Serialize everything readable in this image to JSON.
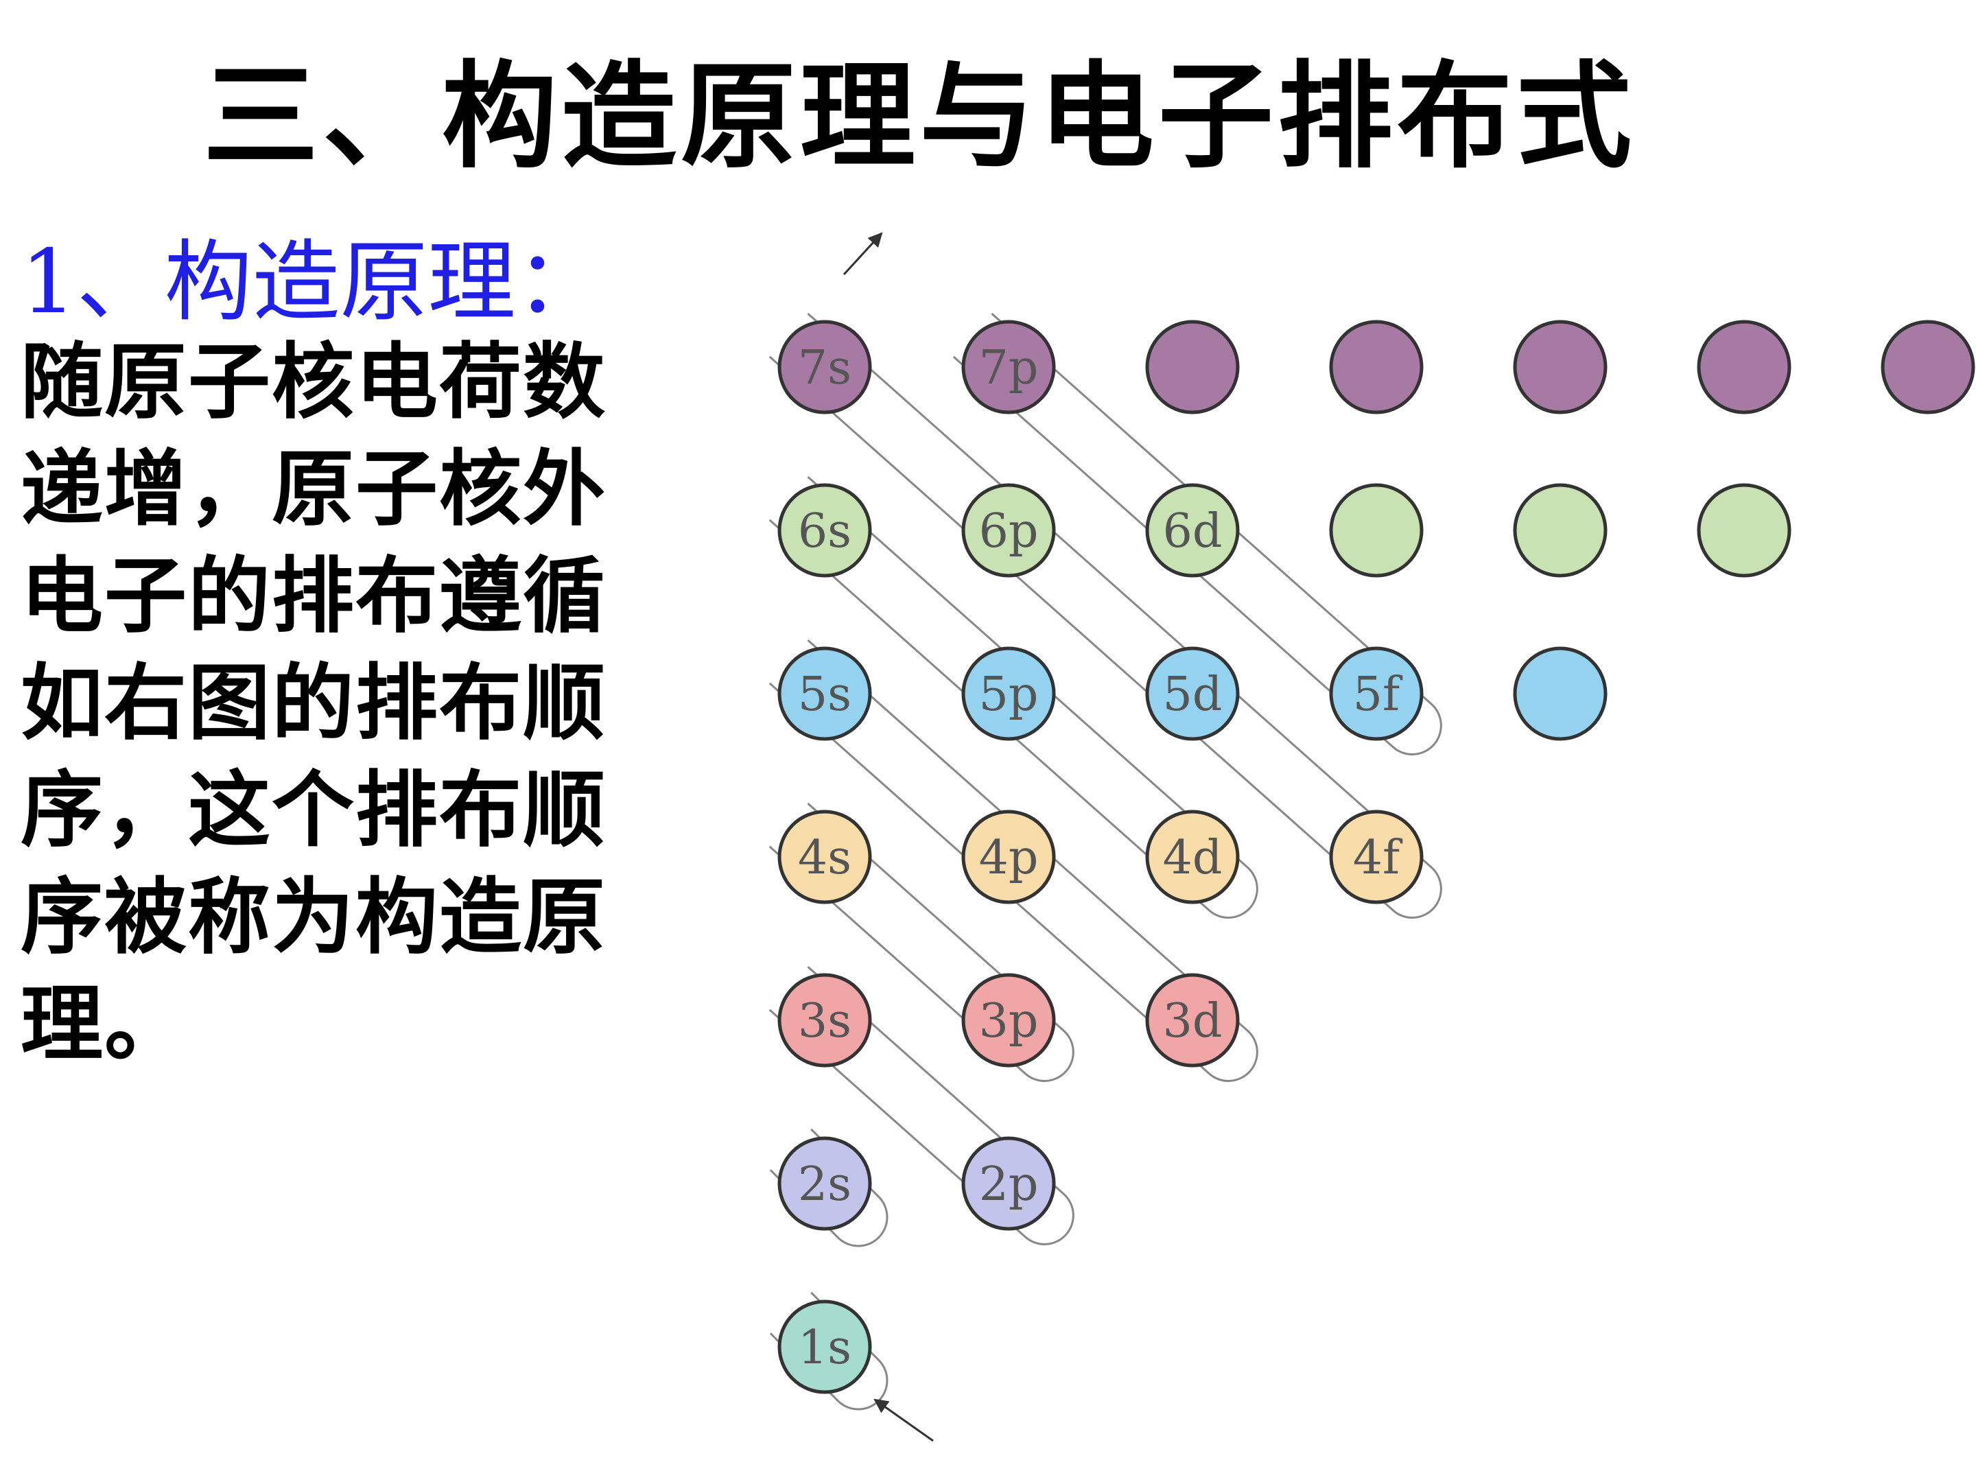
{
  "title": "三、构造原理与电子排布式",
  "heading": "1、构造原理：",
  "body": "随原子核电荷数递增，原子核外电子的排布遵循如右图的排布顺序，这个排布顺序被称为构造原理。",
  "diagram": {
    "rows": [
      {
        "shell": 7,
        "fill": "#a77aa3",
        "labels": [
          "7s",
          "7p",
          "",
          "",
          "",
          "",
          ""
        ]
      },
      {
        "shell": 6,
        "fill": "#c8e2b3",
        "labels": [
          "6s",
          "6p",
          "6d",
          "",
          "",
          ""
        ]
      },
      {
        "shell": 5,
        "fill": "#94d2ef",
        "labels": [
          "5s",
          "5p",
          "5d",
          "5f",
          ""
        ]
      },
      {
        "shell": 4,
        "fill": "#f8dcaa",
        "labels": [
          "4s",
          "4p",
          "4d",
          "4f"
        ]
      },
      {
        "shell": 3,
        "fill": "#f0a5a6",
        "labels": [
          "3s",
          "3p",
          "3d"
        ]
      },
      {
        "shell": 2,
        "fill": "#c2c4ec",
        "labels": [
          "2s",
          "2p"
        ]
      },
      {
        "shell": 1,
        "fill": "#a6dbcf",
        "labels": [
          "1s"
        ]
      }
    ],
    "colors": {
      "outline": "#333333",
      "path": "#888888",
      "label": "#555555"
    }
  }
}
